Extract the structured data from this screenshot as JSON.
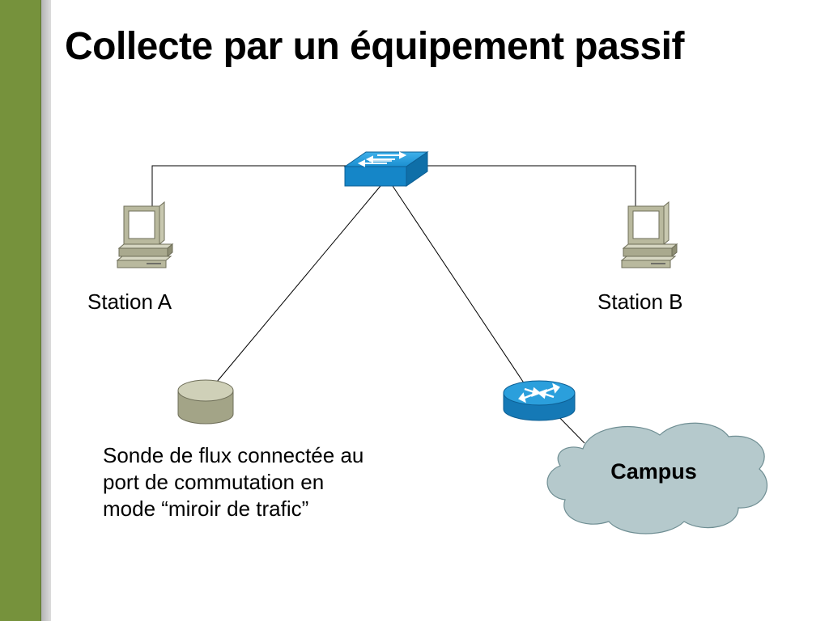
{
  "slide": {
    "title": "Collecte par un équipement passif",
    "accent_color": "#76923c"
  },
  "diagram": {
    "station_a": {
      "label": "Station A",
      "icon": "computer-icon"
    },
    "station_b": {
      "label": "Station B",
      "icon": "computer-icon"
    },
    "switch": {
      "icon": "switch-icon",
      "color": "#1c8fd0"
    },
    "router": {
      "icon": "router-icon",
      "color": "#1c8fd0"
    },
    "probe": {
      "icon": "database-cylinder-icon",
      "description_lines": [
        "Sonde de flux connectée au",
        "port de commutation en",
        "mode “miroir de trafic”"
      ]
    },
    "cloud": {
      "label": "Campus",
      "color": "#b5c9cc",
      "icon": "cloud-icon"
    }
  }
}
